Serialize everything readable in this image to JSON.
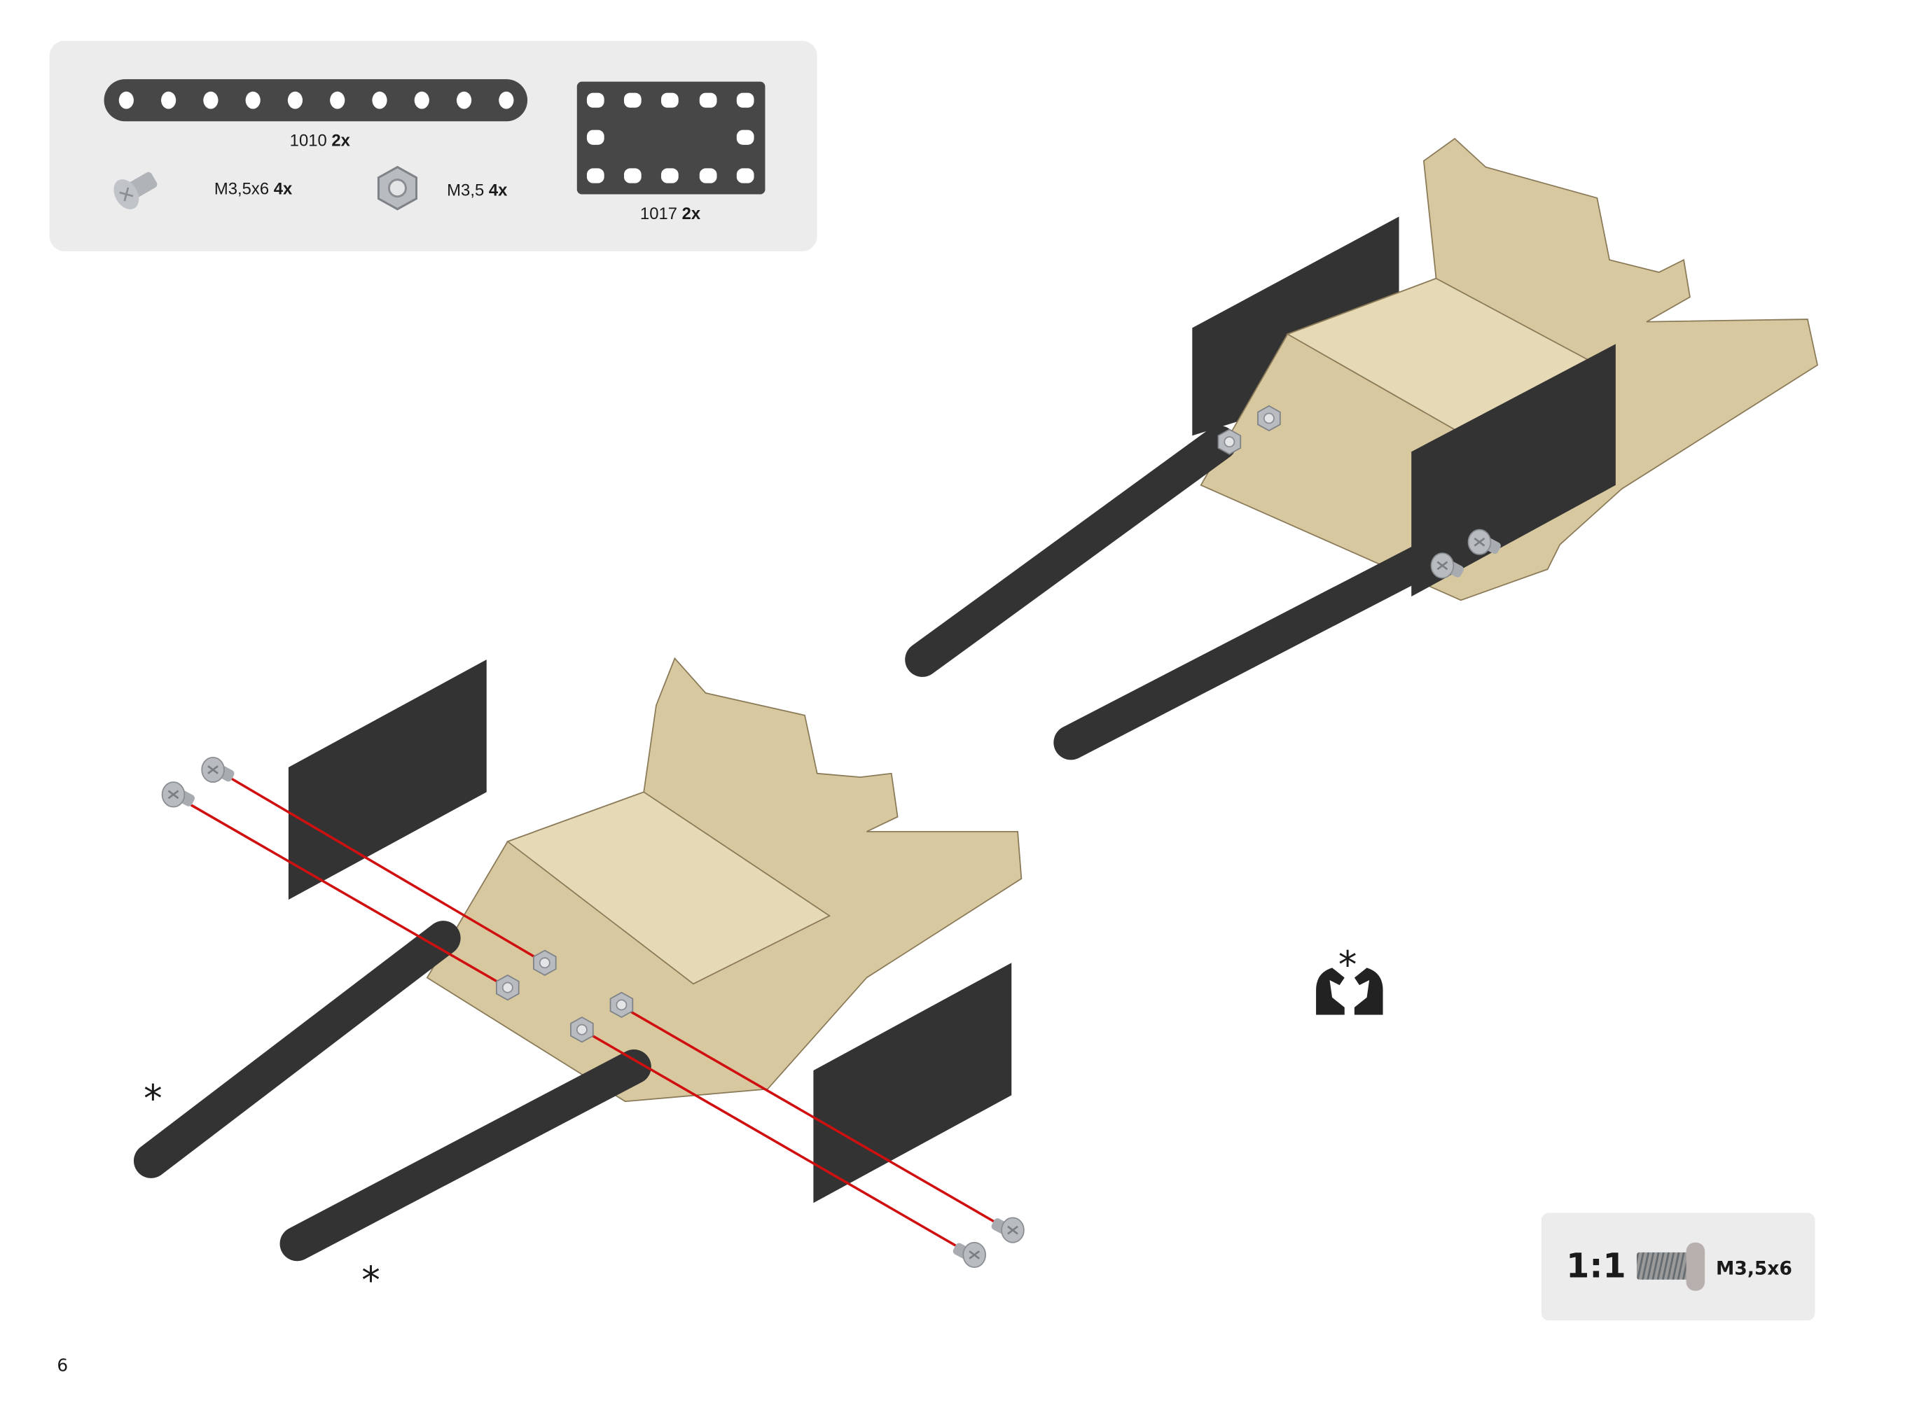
{
  "parts_list": {
    "items": [
      {
        "code": "1010",
        "qty": "2x",
        "icon": "perforated-strip-icon"
      },
      {
        "code": "1017",
        "qty": "2x",
        "icon": "flat-plate-icon"
      },
      {
        "code": "M3,5x6",
        "qty": "4x",
        "icon": "screw-icon"
      },
      {
        "code": "M3,5",
        "qty": "4x",
        "icon": "nut-icon"
      }
    ]
  },
  "annotations": {
    "asterisk": "*"
  },
  "scale_box": {
    "ratio": "1:1",
    "part": "M3,5x6"
  },
  "page_number": "6",
  "colors": {
    "panel": "#ececec",
    "dark_part": "#474747",
    "tan_part": "#d8c8a0",
    "guide_line": "#d01010",
    "screw": "#b0b4b8"
  }
}
